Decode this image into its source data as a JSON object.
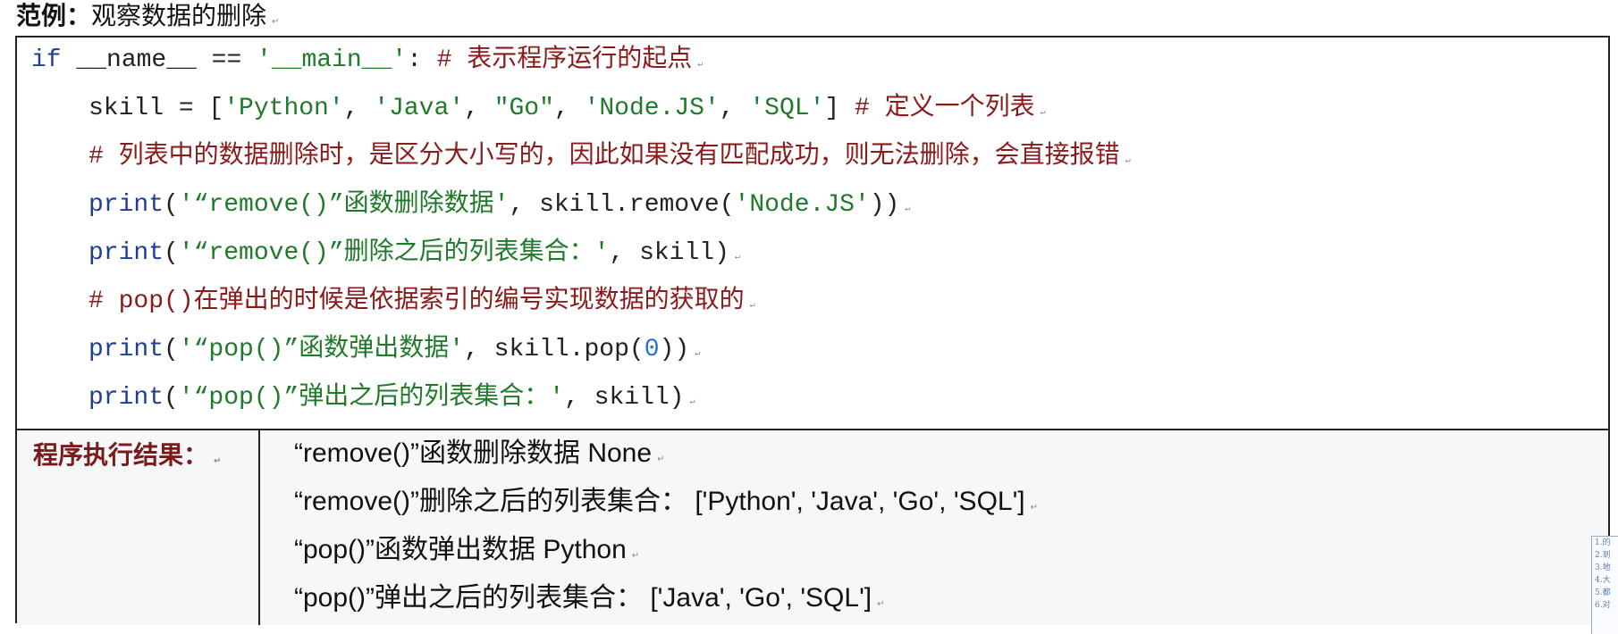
{
  "heading": {
    "label": "范例：",
    "title": "观察数据的删除"
  },
  "code_lines": [
    [
      {
        "t": "if",
        "c": "kw"
      },
      {
        "t": " __name__ == ",
        "c": ""
      },
      {
        "t": "'__main__'",
        "c": "str"
      },
      {
        "t": ": ",
        "c": ""
      },
      {
        "t": "# 表示程序运行的起点",
        "c": "cm"
      }
    ],
    [
      {
        "t": "skill = [",
        "c": ""
      },
      {
        "t": "'Python'",
        "c": "str"
      },
      {
        "t": ", ",
        "c": ""
      },
      {
        "t": "'Java'",
        "c": "str"
      },
      {
        "t": ", ",
        "c": ""
      },
      {
        "t": "\"Go\"",
        "c": "str"
      },
      {
        "t": ", ",
        "c": ""
      },
      {
        "t": "'Node.JS'",
        "c": "str"
      },
      {
        "t": ", ",
        "c": ""
      },
      {
        "t": "'SQL'",
        "c": "str"
      },
      {
        "t": "] ",
        "c": ""
      },
      {
        "t": "# 定义一个列表",
        "c": "cm"
      }
    ],
    [
      {
        "t": "# 列表中的数据删除时，是区分大小写的，因此如果没有匹配成功，则无法删除，会直接报错",
        "c": "cm"
      }
    ],
    [
      {
        "t": "print",
        "c": "kw"
      },
      {
        "t": "(",
        "c": ""
      },
      {
        "t": "'“remove()”函数删除数据'",
        "c": "str"
      },
      {
        "t": ", skill.remove(",
        "c": ""
      },
      {
        "t": "'Node.JS'",
        "c": "str"
      },
      {
        "t": "))",
        "c": ""
      }
    ],
    [
      {
        "t": "print",
        "c": "kw"
      },
      {
        "t": "(",
        "c": ""
      },
      {
        "t": "'“remove()”删除之后的列表集合：'",
        "c": "str"
      },
      {
        "t": ", skill)",
        "c": ""
      }
    ],
    [
      {
        "t": "# pop()在弹出的时候是依据索引的编号实现数据的获取的",
        "c": "cm"
      }
    ],
    [
      {
        "t": "print",
        "c": "kw"
      },
      {
        "t": "(",
        "c": ""
      },
      {
        "t": "'“pop()”函数弹出数据'",
        "c": "str"
      },
      {
        "t": ", skill.pop(",
        "c": ""
      },
      {
        "t": "0",
        "c": "num"
      },
      {
        "t": "))",
        "c": ""
      }
    ],
    [
      {
        "t": "print",
        "c": "kw"
      },
      {
        "t": "(",
        "c": ""
      },
      {
        "t": "'“pop()”弹出之后的列表集合：'",
        "c": "str"
      },
      {
        "t": ", skill)",
        "c": ""
      }
    ]
  ],
  "result": {
    "label": "程序执行结果：",
    "lines": [
      "“remove()”函数删除数据 None",
      "“remove()”删除之后的列表集合： ['Python', 'Java', 'Go', 'SQL']",
      "“pop()”函数弹出数据 Python",
      "“pop()”弹出之后的列表集合： ['Java', 'Go', 'SQL']"
    ]
  },
  "side_note": {
    "lines": [
      "1.的",
      "2.到",
      "3.地",
      "4.大",
      "5.都",
      "6.对"
    ]
  }
}
